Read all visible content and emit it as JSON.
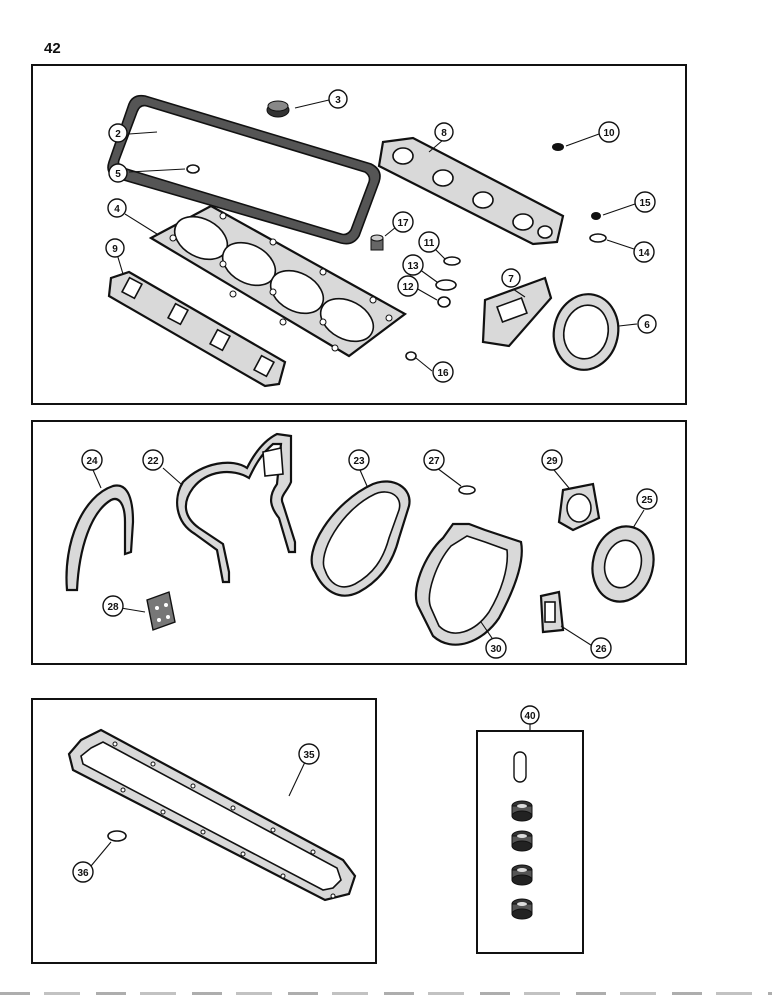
{
  "page": {
    "number": "42"
  },
  "panels": {
    "top_engine_gaskets": {
      "callouts": [
        "2",
        "3",
        "4",
        "5",
        "6",
        "7",
        "8",
        "9",
        "10",
        "11",
        "12",
        "13",
        "14",
        "15",
        "16",
        "17"
      ]
    },
    "timing_cover_gaskets": {
      "callouts": [
        "22",
        "23",
        "24",
        "25",
        "26",
        "27",
        "28",
        "29",
        "30"
      ]
    },
    "oil_pan_gaskets": {
      "callouts": [
        "35",
        "36"
      ]
    },
    "seal_kit": {
      "callouts": [
        "40"
      ]
    }
  },
  "callouts": {
    "c2": "2",
    "c3": "3",
    "c4": "4",
    "c5": "5",
    "c6": "6",
    "c7": "7",
    "c8": "8",
    "c9": "9",
    "c10": "10",
    "c11": "11",
    "c12": "12",
    "c13": "13",
    "c14": "14",
    "c15": "15",
    "c16": "16",
    "c17": "17",
    "c22": "22",
    "c23": "23",
    "c24": "24",
    "c25": "25",
    "c26": "26",
    "c27": "27",
    "c28": "28",
    "c29": "29",
    "c30": "30",
    "c35": "35",
    "c36": "36",
    "c40": "40"
  }
}
